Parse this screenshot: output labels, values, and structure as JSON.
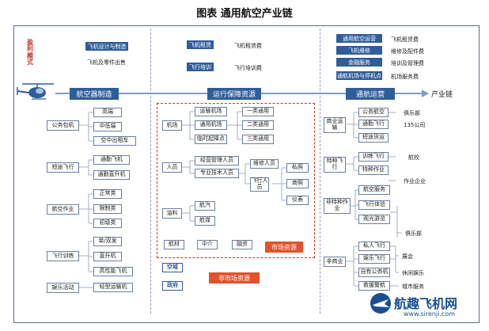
{
  "title": "图表  通用航空产业链",
  "profit_mode": "盈利模式",
  "chain_label": "产业链",
  "watermark": "航趣飞机网",
  "watermark_url": "www.sirenji.com",
  "revenue": {
    "col1": [
      "飞机设计与制造",
      "飞机及零件出售"
    ],
    "col2": [
      {
        "tag": "飞机租赁",
        "text": "飞机租赁费"
      },
      {
        "tag": "飞行培训",
        "text": "飞行培训费"
      }
    ],
    "col3": [
      {
        "tag": "通用航空运营",
        "text": "飞机租赁费"
      },
      {
        "tag": "飞机维修",
        "text": "维修及配件费"
      },
      {
        "tag": "金融服务",
        "text": "培训及管理费"
      },
      {
        "tag": "通航机场与停机点",
        "text": "机场服务费"
      }
    ]
  },
  "stages": {
    "manufacture": "航空器制造",
    "support": "运行保障资源",
    "operation": "通航运营"
  },
  "manufacture": {
    "groups": [
      {
        "label": "公务包机",
        "items": [
          "高端",
          "中低端",
          "空中出租车"
        ]
      },
      {
        "label": "短途飞行",
        "items": [
          "通勤飞机",
          "通勤直升机"
        ]
      },
      {
        "label": "航空作业",
        "items": [
          "正常类",
          "限制类",
          "初级类"
        ]
      },
      {
        "label": "飞行训练",
        "items": [
          "单/双发",
          "直升机",
          "高性能飞机"
        ]
      },
      {
        "label": "娱乐活动",
        "items": [
          "轻型运输机"
        ]
      }
    ]
  },
  "support": {
    "airport": {
      "label": "机场",
      "items": [
        "运输机场",
        "通用机场",
        "临时起降点"
      ],
      "classes": [
        "一类通用",
        "二类通用",
        "三类通用"
      ]
    },
    "personnel": {
      "label": "人员",
      "items": [
        "经营管理人员",
        "专业技术人员"
      ],
      "maintenance": "维修人员",
      "pilot": "飞行人员",
      "pilot_types": [
        "私照",
        "商照",
        "仪表"
      ]
    },
    "fuel": {
      "label": "油料",
      "items": [
        "航汽",
        "航煤"
      ]
    },
    "finance": [
      "航材",
      "中介",
      "融资"
    ],
    "market": "市场资源",
    "nonmarket": "非市场资源",
    "gov": [
      "空域",
      "政府"
    ]
  },
  "operation": {
    "commercial": {
      "label": "商业运输",
      "items": [
        "公务航空",
        "通勤飞行",
        "短途货运"
      ]
    },
    "special": {
      "label": "特种飞行",
      "items": [
        "训练飞行",
        "特种作业"
      ]
    },
    "nonspecial": {
      "label": "非特种作业",
      "items": [
        "航空服务",
        "飞行体验",
        "观光游览"
      ]
    },
    "noncommercial": {
      "label": "非商业",
      "items": [
        "私人飞行",
        "娱乐飞行",
        "自有公务机",
        "救援警航"
      ]
    },
    "right": [
      "俱乐部",
      "135公司",
      "航校",
      "作业企业",
      "俱乐部",
      "展会",
      "休闲娱乐",
      "城市服务"
    ]
  }
}
